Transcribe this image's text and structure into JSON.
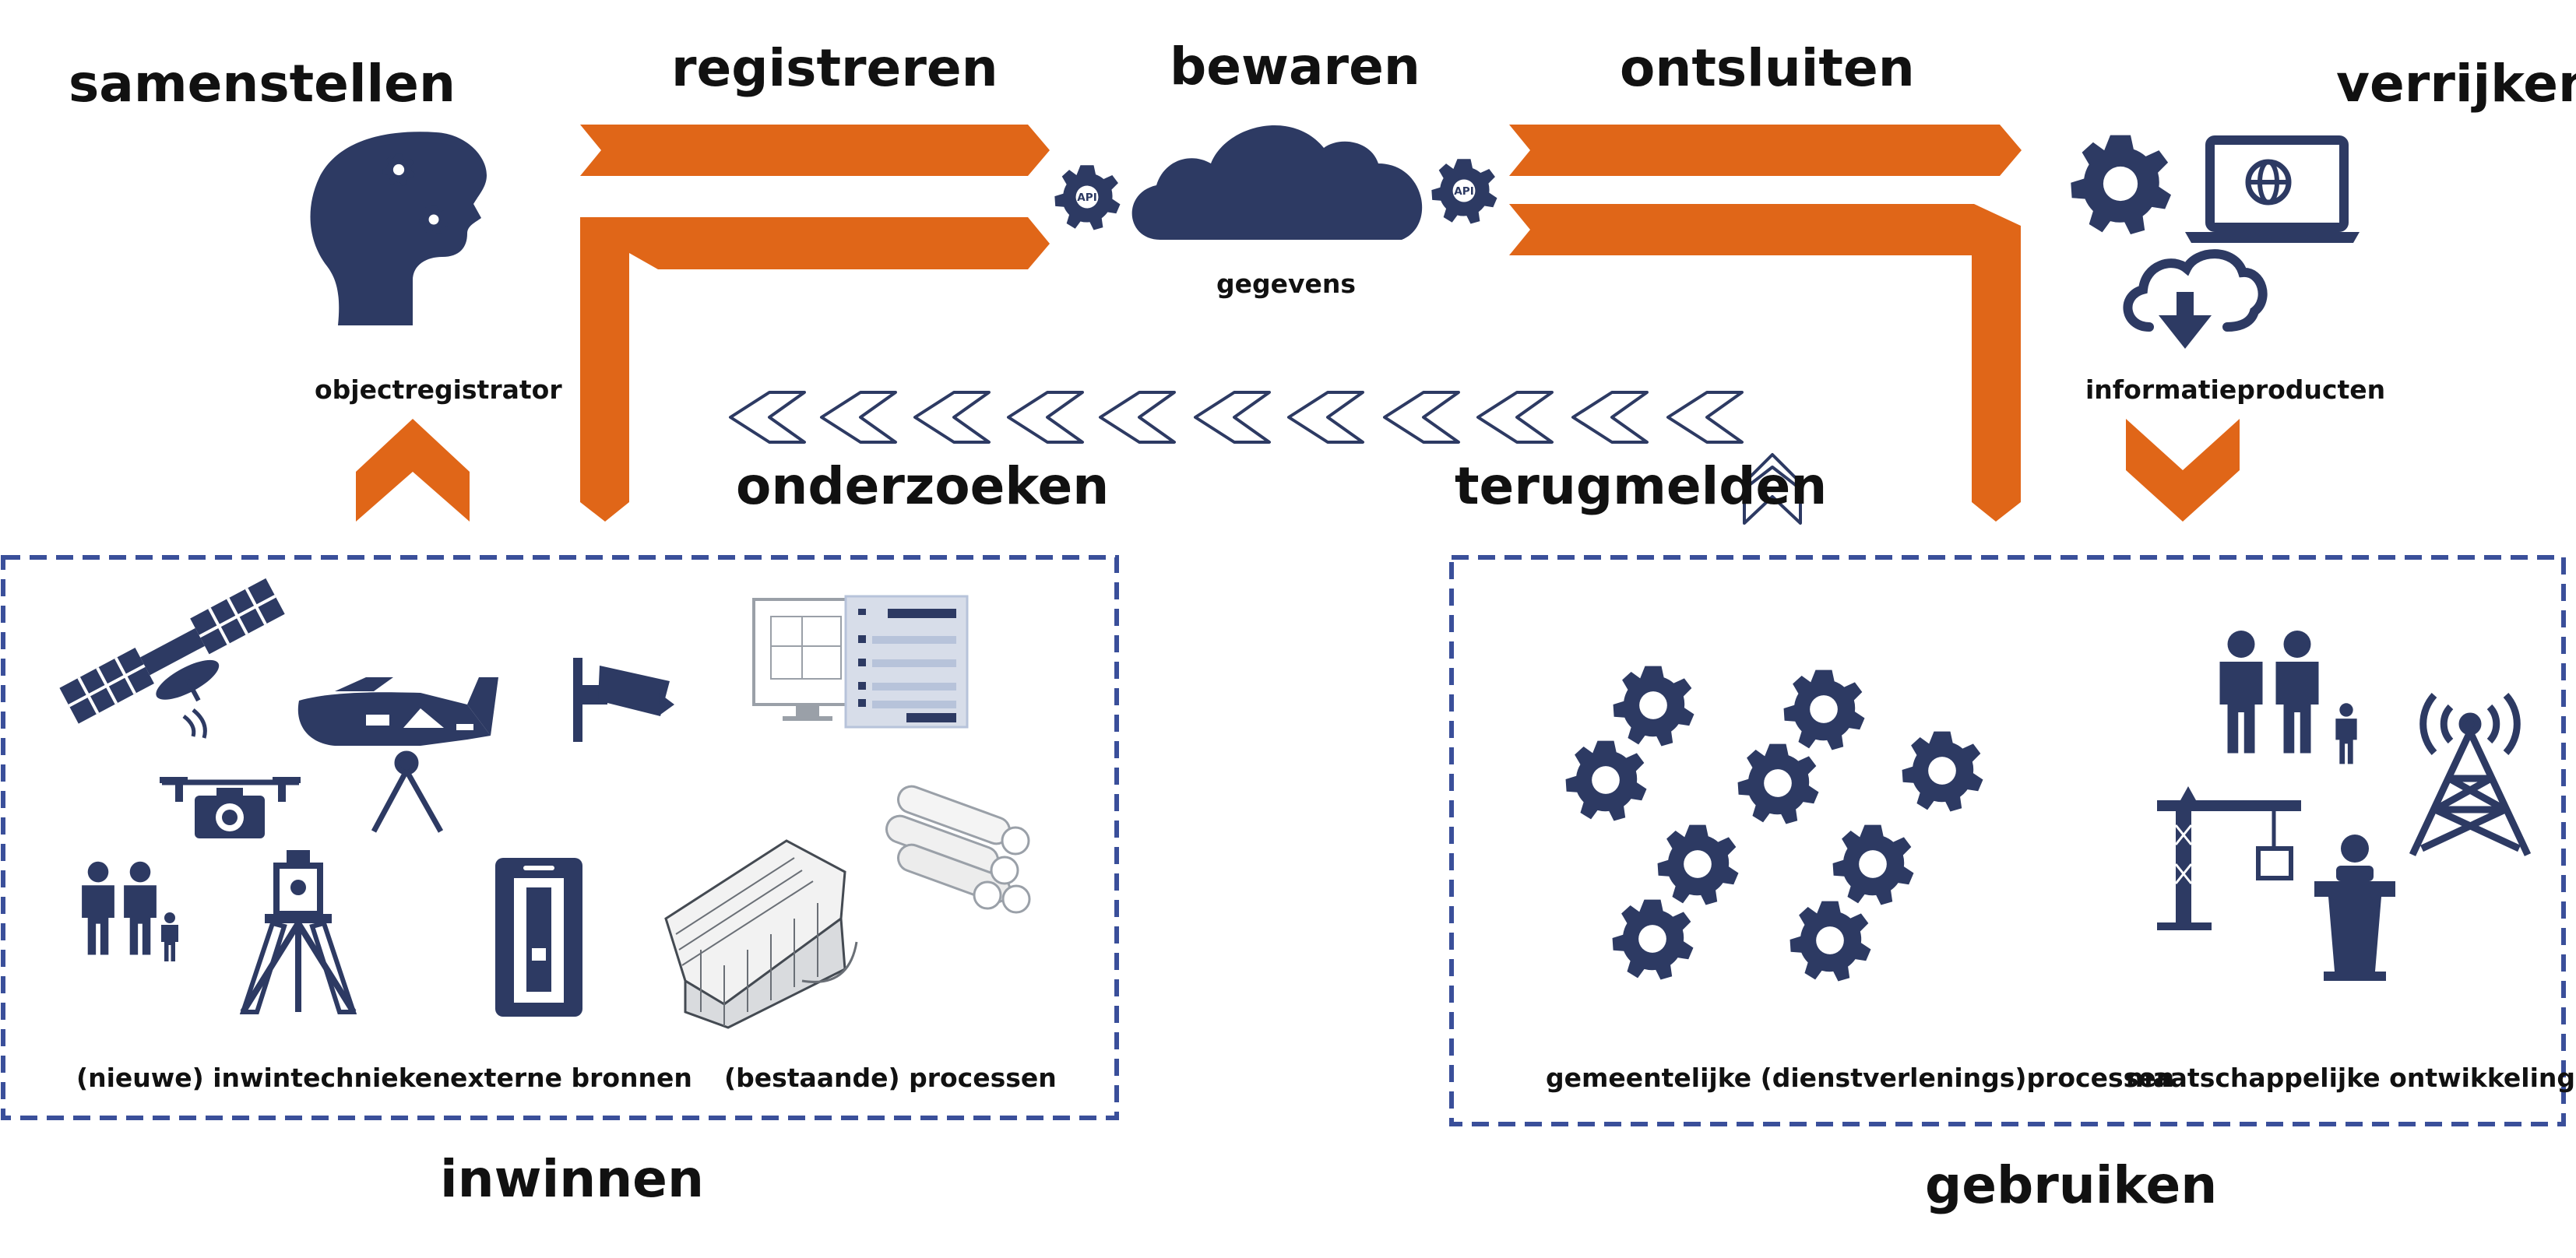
{
  "colors": {
    "navy": "#2d3a63",
    "orange": "#e06618",
    "dash": "#3a4f9a",
    "light_blue": "#b7c3da",
    "grey": "#9aa0a8"
  },
  "stages": {
    "samenstellen": "samenstellen",
    "registreren": "registreren",
    "bewaren": "bewaren",
    "ontsluiten": "ontsluiten",
    "verrijken": "verrijken",
    "onderzoeken": "onderzoeken",
    "terugmelden": "terugmelden",
    "inwinnen": "inwinnen",
    "gebruiken": "gebruiken"
  },
  "labels": {
    "objectregistrator": "objectregistrator",
    "gegevens": "gegevens",
    "informatieproducten": "informatieproducten",
    "inwintechnieken": "(nieuwe) inwintechnieken",
    "externe_bronnen": "externe bronnen",
    "processen": "(bestaande) processen",
    "gemeentelijke": "gemeentelijke (dienstverlenings)processen",
    "maatschappelijke": "maatschappelijke ontwikkelingen",
    "api": "API"
  },
  "icons": [
    "head-gears-icon",
    "cloud-icon",
    "api-gear-icon",
    "gear-icon",
    "laptop-globe-icon",
    "cloud-download-icon",
    "satellite-icon",
    "airplane-icon",
    "drone-camera-icon",
    "cctv-camera-icon",
    "family-icon",
    "survey-tripod-icon",
    "smartphone-icon",
    "building-model-icon",
    "blueprint-rolls-icon",
    "form-screen-icon",
    "crane-icon",
    "podium-speaker-icon",
    "radio-tower-icon"
  ]
}
